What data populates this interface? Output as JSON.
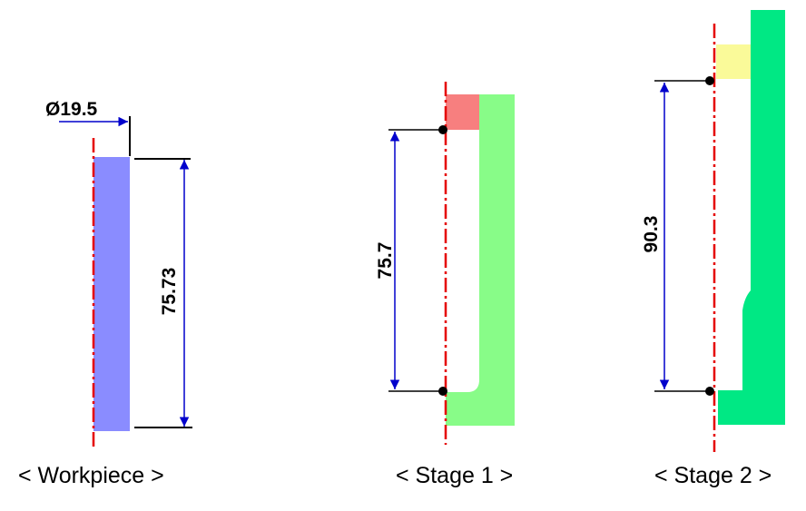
{
  "colors": {
    "workpiece": "#8a8cff",
    "stage1_body": "#88fc88",
    "stage1_removed": "#f77f7f",
    "stage2_body": "#00e884",
    "stage2_removed": "#fafa99",
    "centerline": "#e50000",
    "dimension_arrow": "#0000cc",
    "line": "#000000"
  },
  "workpiece": {
    "diameter_label": "Ø19.5",
    "length_label": "75.73",
    "caption": "< Workpiece >"
  },
  "stage1": {
    "length_label": "75.7",
    "caption": "< Stage 1 >"
  },
  "stage2": {
    "length_label": "90.3",
    "caption": "< Stage 2 >"
  }
}
